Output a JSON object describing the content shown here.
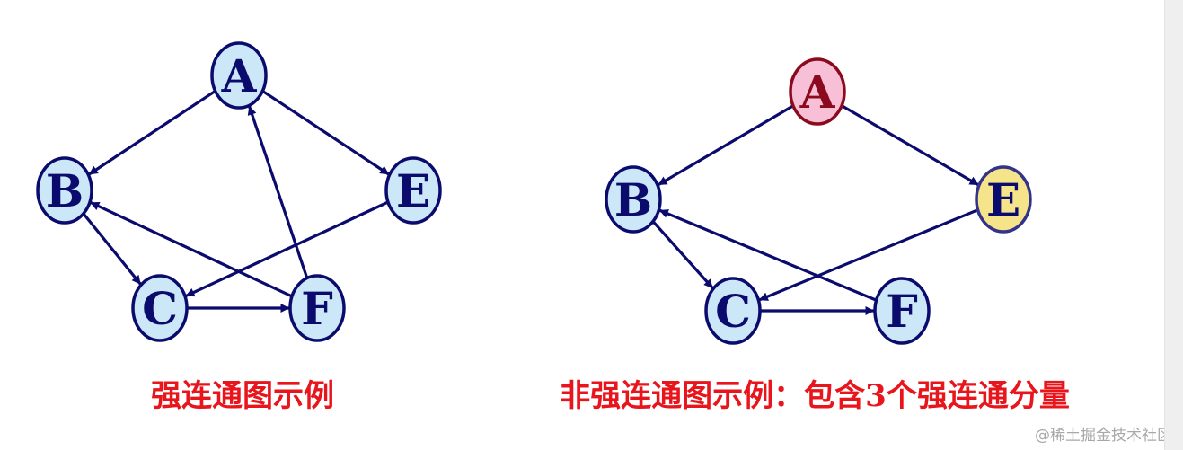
{
  "diagrams": [
    {
      "id": "left",
      "caption": "强连通图示例",
      "nodes": [
        {
          "id": "A",
          "label": "A",
          "fill": "#cce8f8",
          "stroke": "#0b0b6e",
          "text": "#0b0b6e"
        },
        {
          "id": "B",
          "label": "B",
          "fill": "#cce8f8",
          "stroke": "#0b0b6e",
          "text": "#0b0b6e"
        },
        {
          "id": "C",
          "label": "C",
          "fill": "#cce8f8",
          "stroke": "#0b0b6e",
          "text": "#0b0b6e"
        },
        {
          "id": "E",
          "label": "E",
          "fill": "#cce8f8",
          "stroke": "#0b0b6e",
          "text": "#0b0b6e"
        },
        {
          "id": "F",
          "label": "F",
          "fill": "#cce8f8",
          "stroke": "#0b0b6e",
          "text": "#0b0b6e"
        }
      ],
      "edges": [
        {
          "from": "A",
          "to": "B"
        },
        {
          "from": "A",
          "to": "E"
        },
        {
          "from": "B",
          "to": "C"
        },
        {
          "from": "E",
          "to": "C"
        },
        {
          "from": "C",
          "to": "F"
        },
        {
          "from": "F",
          "to": "B"
        },
        {
          "from": "F",
          "to": "A"
        }
      ]
    },
    {
      "id": "right",
      "caption": "非强连通图示例：包含3个强连通分量",
      "nodes": [
        {
          "id": "A",
          "label": "A",
          "fill": "#f7c0d6",
          "stroke": "#8b0a1e",
          "text": "#8b0a1e"
        },
        {
          "id": "B",
          "label": "B",
          "fill": "#cce8f8",
          "stroke": "#0b0b6e",
          "text": "#0b0b6e"
        },
        {
          "id": "C",
          "label": "C",
          "fill": "#cce8f8",
          "stroke": "#0b0b6e",
          "text": "#0b0b6e"
        },
        {
          "id": "E",
          "label": "E",
          "fill": "#f6e48a",
          "stroke": "#33338a",
          "text": "#0b0b6e"
        },
        {
          "id": "F",
          "label": "F",
          "fill": "#cce8f8",
          "stroke": "#0b0b6e",
          "text": "#0b0b6e"
        }
      ],
      "edges": [
        {
          "from": "A",
          "to": "B"
        },
        {
          "from": "A",
          "to": "E"
        },
        {
          "from": "B",
          "to": "C"
        },
        {
          "from": "E",
          "to": "C"
        },
        {
          "from": "C",
          "to": "F"
        },
        {
          "from": "F",
          "to": "B"
        }
      ]
    }
  ],
  "watermark": "@稀土掘金技术社区",
  "colors": {
    "edge": "#0b0b6e",
    "caption": "#e8161c",
    "watermark": "#a8a8a8"
  }
}
